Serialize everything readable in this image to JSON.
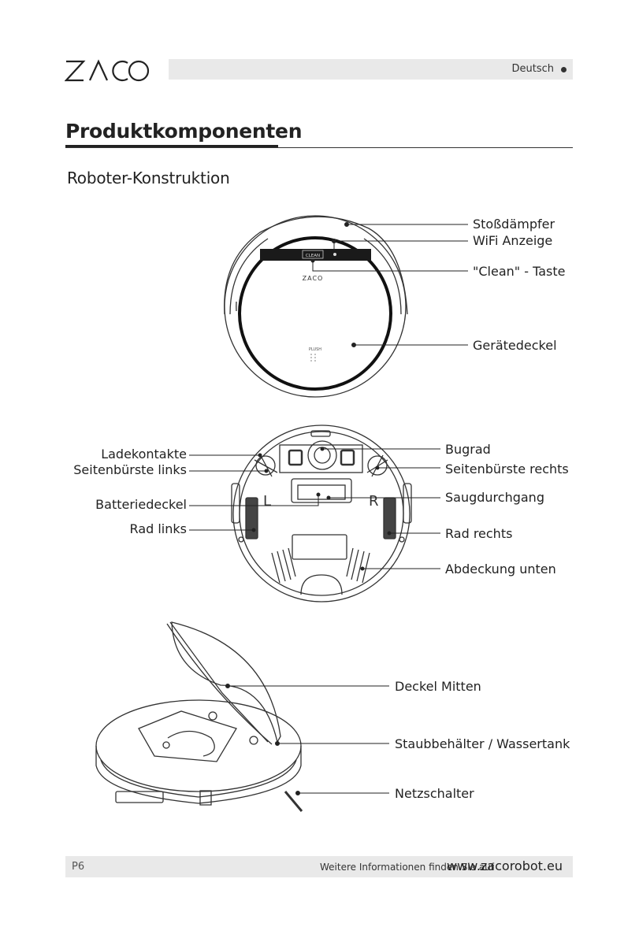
{
  "header": {
    "brand": "ZACO",
    "language": "Deutsch"
  },
  "page": {
    "title": "Produktkomponenten",
    "subtitle": "Roboter-Konstruktion"
  },
  "top_view": {
    "display_text": "CLEAN",
    "logo_text": "ZACO",
    "plus_text": "PLUSH",
    "labels": {
      "bumper": "Stoßdämpfer",
      "wifi": "WiFi Anzeige",
      "clean_button": "\"Clean\" - Taste",
      "cover": "Gerätedeckel"
    }
  },
  "bottom_view": {
    "left_mark": "L",
    "right_mark": "R",
    "labels": {
      "charging_contacts": "Ladekontakte",
      "side_brush_left": "Seitenbürste links",
      "battery_cover": "Batteriedeckel",
      "wheel_left": "Rad links",
      "front_wheel": "Bugrad",
      "side_brush_right": "Seitenbürste rechts",
      "suction_channel": "Saugdurchgang",
      "wheel_right": "Rad rechts",
      "bottom_cover": "Abdeckung unten"
    }
  },
  "side_view": {
    "labels": {
      "middle_lid": "Deckel Mitten",
      "dustbin": "Staubbehälter / Wassertank",
      "power_switch": "Netzschalter"
    }
  },
  "footer": {
    "page_number": "P6",
    "info_text": "Weitere Informationen finden Sie auf",
    "url": "www.zacorobot.eu"
  }
}
